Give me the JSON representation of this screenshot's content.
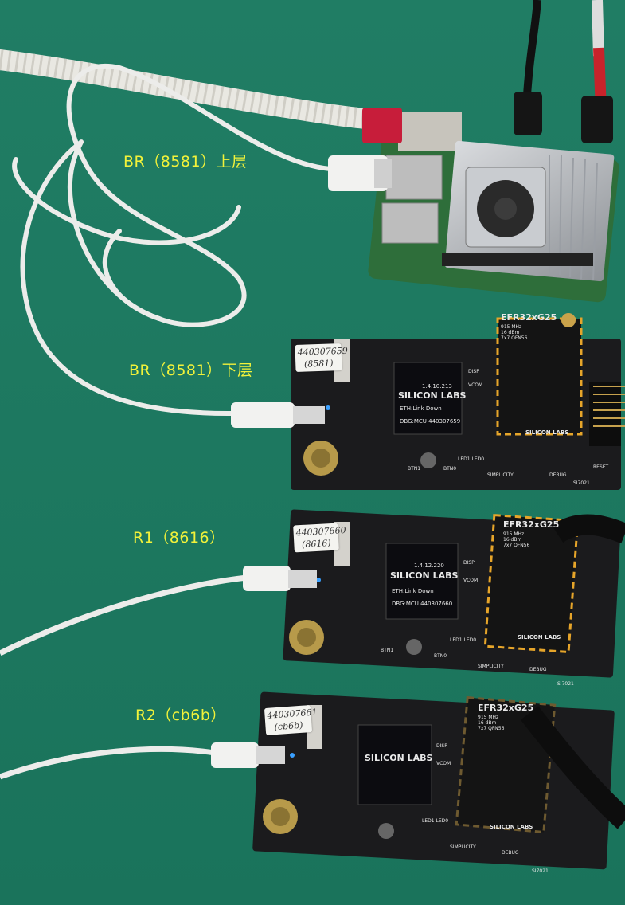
{
  "labels": {
    "br_upper": "BR（8581）上层",
    "br_lower": "BR（8581）下层",
    "r1": "R1（8616）",
    "r2": "R2（cb6b）"
  },
  "stickers": {
    "board1": {
      "line1": "440307659",
      "line2": "(8581)"
    },
    "board2": {
      "line1": "440307660",
      "line2": "(8616)"
    },
    "board3": {
      "line1": "440307661",
      "line2": "(cb6b)"
    }
  },
  "boards": {
    "brand": "SILICON LABS",
    "module_name": "EFR32xG25",
    "module_freq": "915 MHz",
    "module_power": "16 dBm",
    "module_pkg": "7x7 QFN56",
    "board1": {
      "version": "1.4.10.213",
      "status": "ETH:Link Down",
      "serial": "DBG:MCU    440307659"
    },
    "board2": {
      "version": "1.4.12.220",
      "status": "ETH:Link Down",
      "serial": "DBG:MCU    440307660"
    },
    "silk_btn0": "BTN0",
    "silk_btn1": "BTN1",
    "silk_led": "LED1  LED0",
    "silk_simplicity": "SIMPLICITY",
    "silk_debug": "DEBUG",
    "silk_reset": "RESET",
    "silk_vcom": "VCOM",
    "silk_disp": "DISP",
    "silk_si7021": "SI7021"
  },
  "colors": {
    "background": "#1d7a62",
    "label_text": "#f2f23a",
    "pcb": "#1b1b1d",
    "usb_cable": "#e8e8e6",
    "power_cable_red": "#c8232b"
  }
}
